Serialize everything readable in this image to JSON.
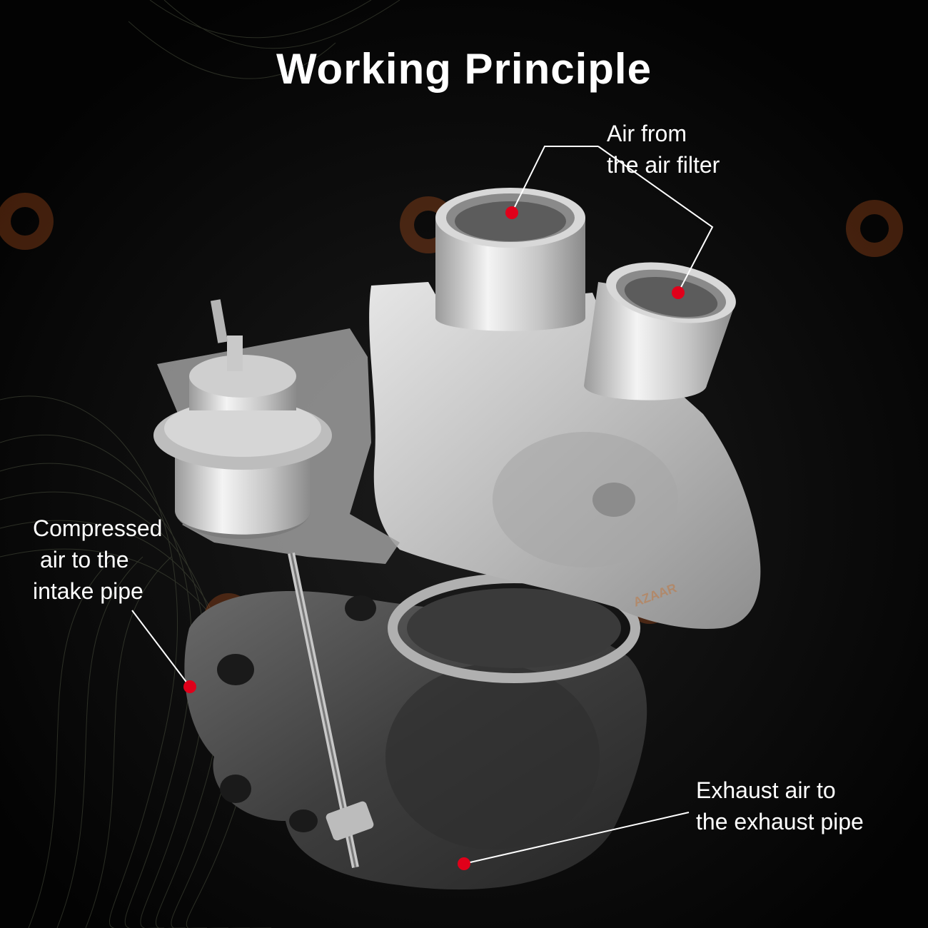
{
  "title": "Working Principle",
  "watermark": "AZAAR",
  "callouts": {
    "air_filter": {
      "lines": [
        "Air from",
        "the air filter"
      ]
    },
    "compressed": {
      "lines": [
        "Compressed",
        "air to the",
        "intake pipe"
      ]
    },
    "exhaust": {
      "lines": [
        "Exhaust air to",
        "the exhaust pipe"
      ]
    }
  },
  "colors": {
    "background": "#050505",
    "text": "#ffffff",
    "marker": "#e0001a",
    "leader_line": "#ffffff",
    "watermark": "#b5511c"
  },
  "icons": [
    "gear-watermark-icon",
    "red-dot-marker-icon"
  ]
}
